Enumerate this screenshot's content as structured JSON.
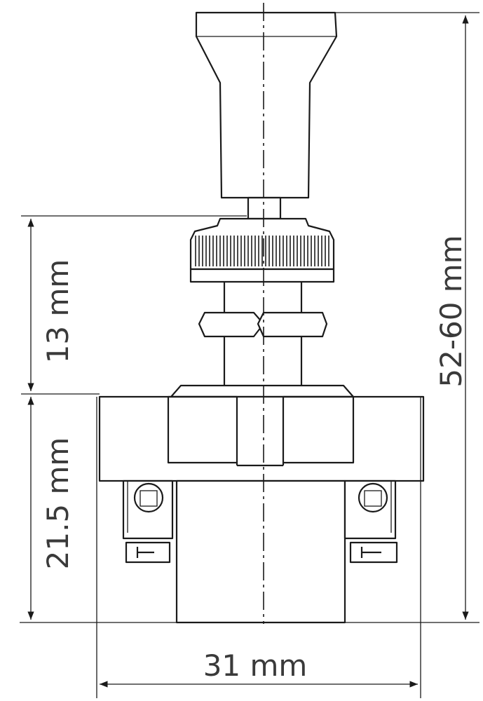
{
  "dimensions": {
    "height_upper": "13 mm",
    "height_lower": "21.5 mm",
    "height_total": "52-60 mm",
    "width_base": "31 mm"
  },
  "colors": {
    "line": "#1a1a1a",
    "text": "#3a3a3a",
    "background": "#ffffff"
  }
}
